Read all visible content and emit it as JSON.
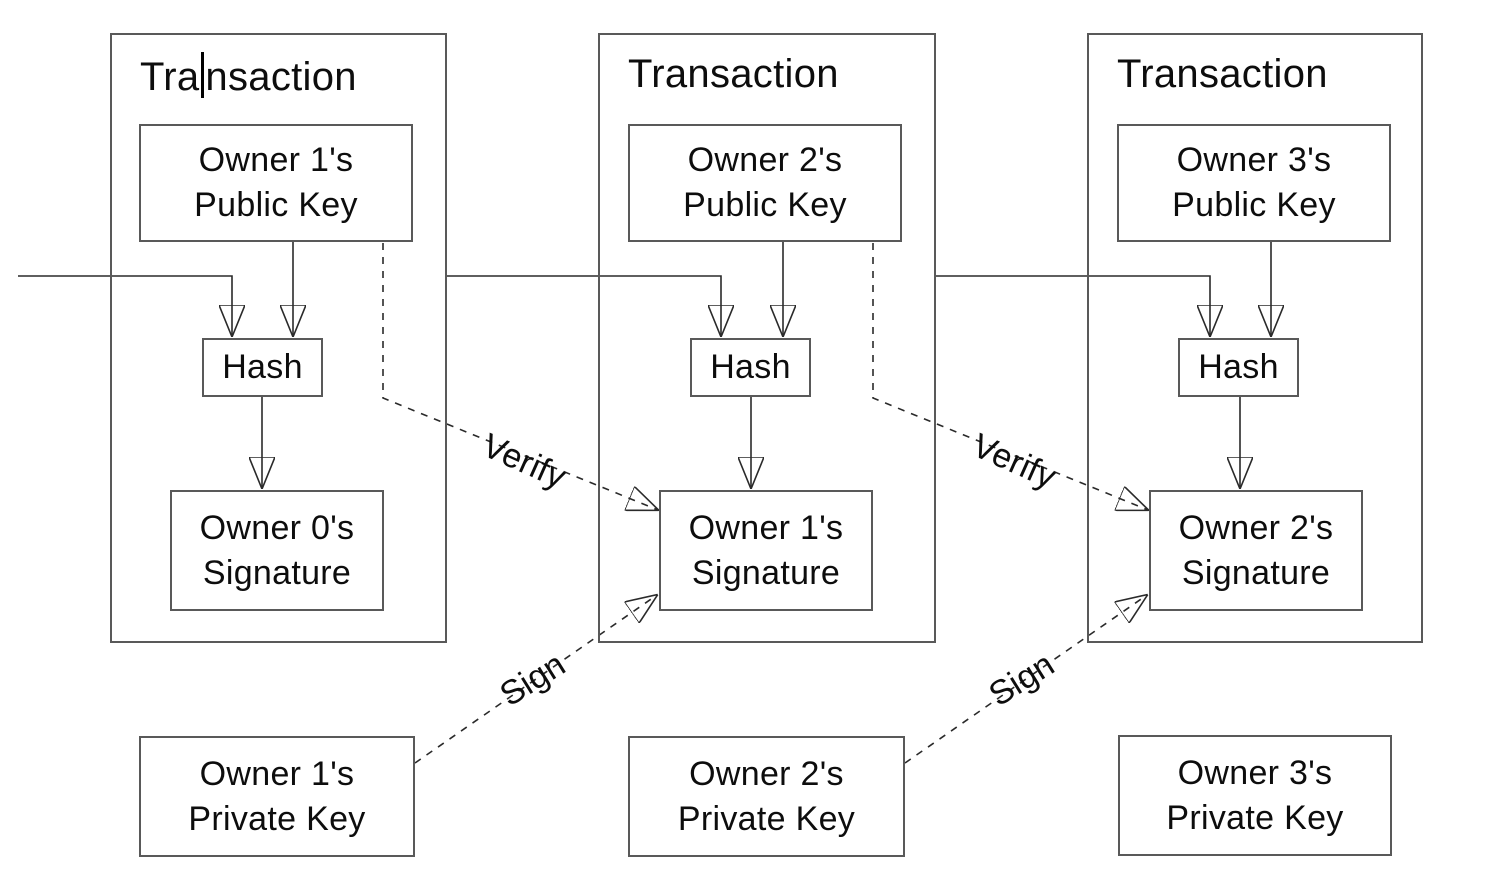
{
  "diagram": {
    "background_color": "#ffffff",
    "text_color": "#0d0d0d",
    "line_color": "#2a2a2a",
    "box_border_color": "#595959",
    "edge_labels": {
      "verify": "Verify",
      "sign": "Sign"
    },
    "transactions": [
      {
        "title": "Transaction",
        "title_pre": "Tra",
        "title_post": "nsaction",
        "caret_visible": true,
        "public_key": {
          "line1": "Owner 1's",
          "line2": "Public Key"
        },
        "hash_label": "Hash",
        "signature": {
          "line1": "Owner 0's",
          "line2": "Signature"
        }
      },
      {
        "title": "Transaction",
        "public_key": {
          "line1": "Owner 2's",
          "line2": "Public Key"
        },
        "hash_label": "Hash",
        "signature": {
          "line1": "Owner 1's",
          "line2": "Signature"
        }
      },
      {
        "title": "Transaction",
        "public_key": {
          "line1": "Owner 3's",
          "line2": "Public Key"
        },
        "hash_label": "Hash",
        "signature": {
          "line1": "Owner 2's",
          "line2": "Signature"
        }
      }
    ],
    "private_keys": [
      {
        "line1": "Owner 1's",
        "line2": "Private Key"
      },
      {
        "line1": "Owner 2's",
        "line2": "Private Key"
      },
      {
        "line1": "Owner 3's",
        "line2": "Private Key"
      }
    ]
  }
}
